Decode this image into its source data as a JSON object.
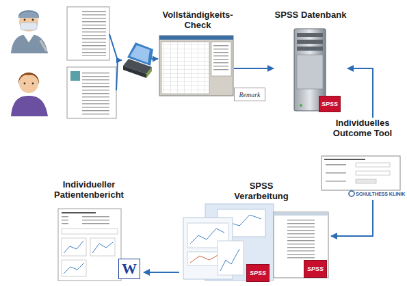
{
  "diagram": {
    "nodes": [
      {
        "text": [
          "Vollständigkeits- Check"
        ]
      },
      {
        "text": [
          "SPSS Datenbank"
        ]
      },
      {
        "text": [
          "Individuelles Outcome Tool"
        ]
      },
      {
        "text": [
          "SPSS Verarbeitung"
        ]
      },
      {
        "text": [
          "Individueller Patientenbericht"
        ]
      }
    ],
    "edges": [
      {
        "from": 0,
        "to": 1,
        "arrow": "to"
      },
      {
        "from": 2,
        "to": 1,
        "arrow": "to"
      },
      {
        "from": 2,
        "to": 3,
        "arrow": "to"
      },
      {
        "from": 3,
        "to": 4,
        "arrow": "to"
      }
    ],
    "labels": [
      "Remark",
      "SPSS",
      "SCHULTHESS KLINIK",
      "SPSS",
      "SPSS",
      "W"
    ]
  }
}
